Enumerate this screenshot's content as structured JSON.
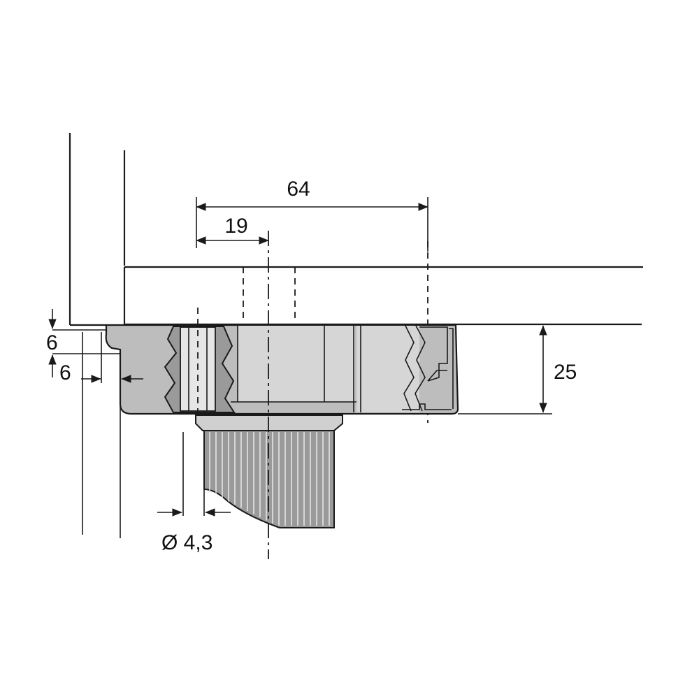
{
  "colors": {
    "line": "#1a1a1a",
    "body_fill": "#bdbdbd",
    "body_light": "#d6d6d6",
    "section_fill": "#8a8a8a",
    "shaft_fill": "#9a9a9a"
  },
  "dimensions": {
    "spacing_total": "64",
    "offset_center": "19",
    "height": "25",
    "edge_top": "6",
    "edge_side": "6",
    "hole_diameter": "Ø 4,3"
  }
}
